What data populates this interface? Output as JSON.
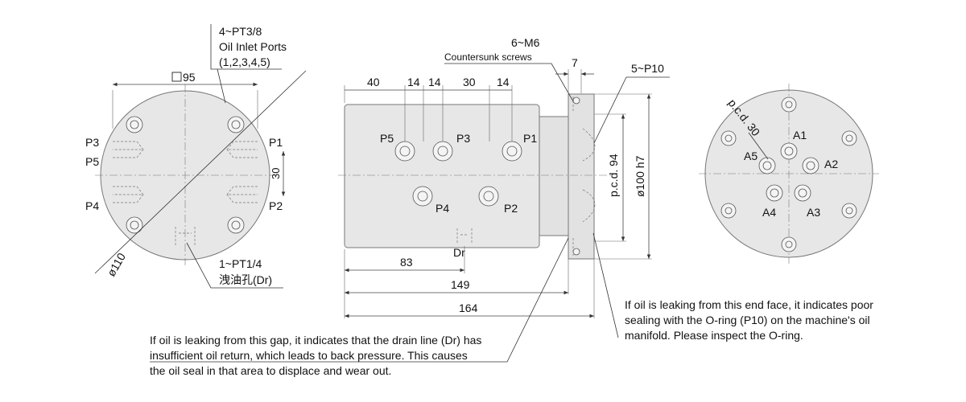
{
  "left_view": {
    "inlet_ports": {
      "line1": "4~PT3/8",
      "line2": "Oil Inlet Ports",
      "line3": "(1,2,3,4,5)"
    },
    "square_dim": "95",
    "port_labels": {
      "p3": "P3",
      "p5": "P5",
      "p4": "P4",
      "p1": "P1",
      "p2": "P2"
    },
    "dim_30": "30",
    "diameter": "ø110",
    "drain": {
      "line1": "1~PT1/4",
      "line2": "洩油孔(Dr)"
    }
  },
  "middle_view": {
    "top_dims": [
      "40",
      "14",
      "14",
      "30",
      "14"
    ],
    "screws": {
      "line1": "6~M6",
      "line2": "Countersunk screws"
    },
    "dim_7": "7",
    "p10": "5~P10",
    "port_labels": {
      "p5": "P5",
      "p3": "P3",
      "p1": "P1",
      "p4": "P4",
      "p2": "P2"
    },
    "pcd": "p.c.d. 94",
    "bore": "ø100 h7",
    "dr": "Dr",
    "bottom_dims": [
      "83",
      "149",
      "164"
    ]
  },
  "right_view": {
    "pcd": "p.c.d. 30",
    "port_labels": {
      "a1": "A1",
      "a2": "A2",
      "a3": "A3",
      "a4": "A4",
      "a5": "A5"
    }
  },
  "notes": {
    "end_face": [
      "If oil is leaking from this end face, it indicates poor",
      "sealing with the O-ring (P10) on the machine's oil",
      "manifold. Please inspect the O-ring."
    ],
    "gap": [
      "If oil is leaking from this gap, it indicates that the drain line (Dr) has",
      "insufficient oil return, which leads to back pressure. This causes",
      "the oil seal in that area to displace and wear out."
    ]
  }
}
